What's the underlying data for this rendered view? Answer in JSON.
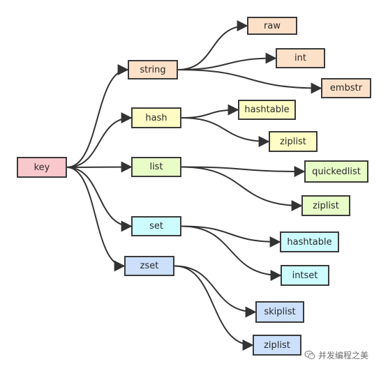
{
  "colors": {
    "key": "#f8c8cc",
    "string": "#fde0c8",
    "hash": "#fefcc4",
    "list": "#e8fcc8",
    "set": "#ccfcfe",
    "zset": "#cce0fc",
    "border": "#3a3a3a",
    "edge": "#333333"
  },
  "nodes": {
    "key": "key",
    "string": "string",
    "raw": "raw",
    "int": "int",
    "embstr": "embstr",
    "hash": "hash",
    "hash_hashtable": "hashtable",
    "hash_ziplist": "ziplist",
    "list": "list",
    "quickedlist": "quickedlist",
    "list_ziplist": "ziplist",
    "set": "set",
    "set_hashtable": "hashtable",
    "intset": "intset",
    "zset": "zset",
    "skiplist": "skiplist",
    "zset_ziplist": "ziplist"
  },
  "edges": [
    [
      "key",
      "string"
    ],
    [
      "key",
      "hash"
    ],
    [
      "key",
      "list"
    ],
    [
      "key",
      "set"
    ],
    [
      "key",
      "zset"
    ],
    [
      "string",
      "raw"
    ],
    [
      "string",
      "int"
    ],
    [
      "string",
      "embstr"
    ],
    [
      "hash",
      "hash_hashtable"
    ],
    [
      "hash",
      "hash_ziplist"
    ],
    [
      "list",
      "quickedlist"
    ],
    [
      "list",
      "list_ziplist"
    ],
    [
      "set",
      "set_hashtable"
    ],
    [
      "set",
      "intset"
    ],
    [
      "zset",
      "skiplist"
    ],
    [
      "zset",
      "zset_ziplist"
    ]
  ],
  "watermark": {
    "text": "并发编程之美",
    "icon": "wechat-icon"
  }
}
